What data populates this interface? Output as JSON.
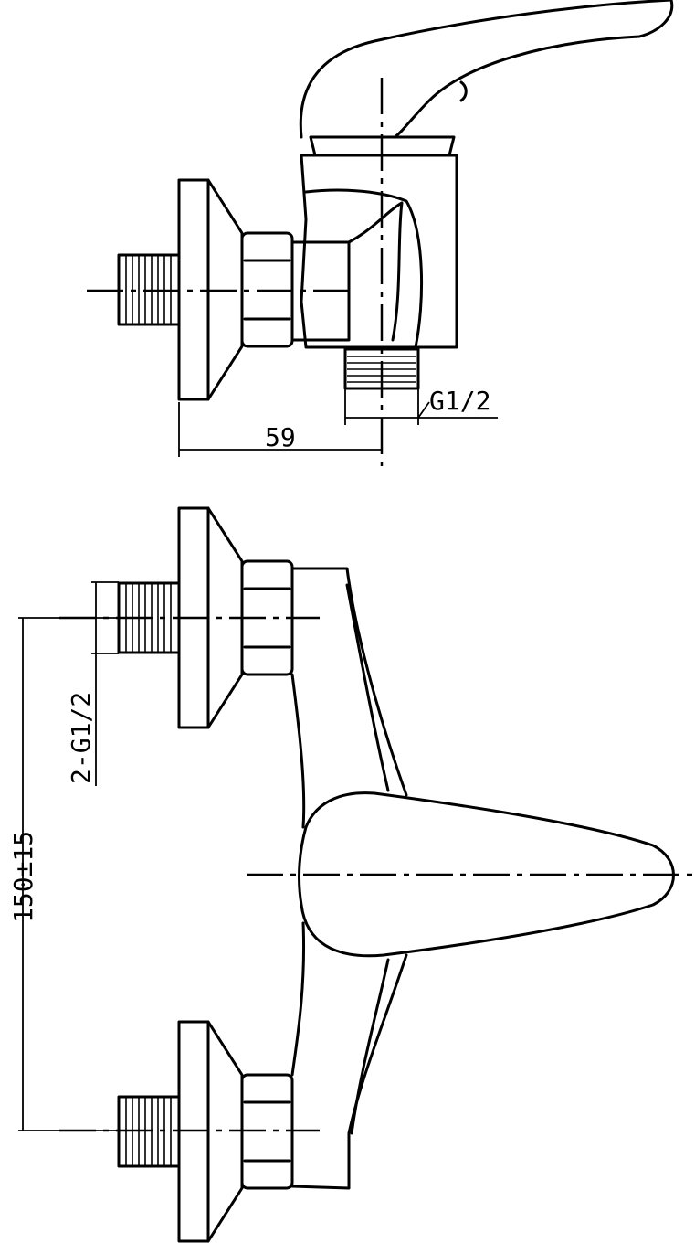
{
  "drawing": {
    "side_view": {
      "outlet_thread_label": "G1/2",
      "depth_dimension": "59"
    },
    "front_view": {
      "inlet_thread_label": "2-G1/2",
      "center_distance_dimension": "150±15"
    }
  }
}
